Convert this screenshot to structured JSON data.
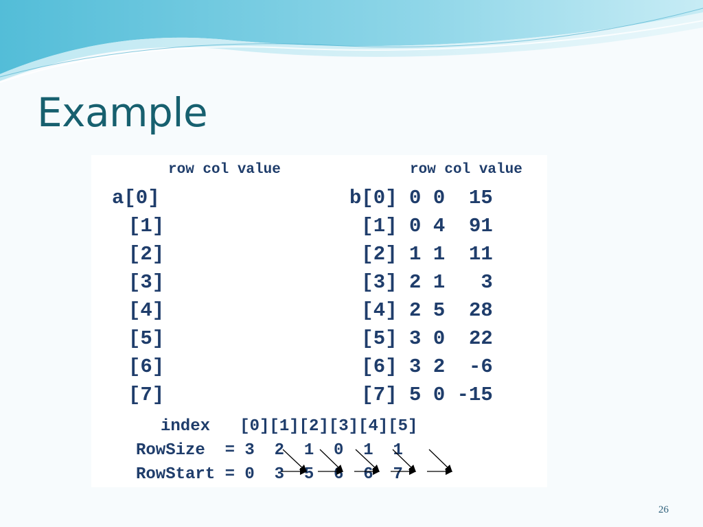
{
  "slide": {
    "title": "Example",
    "page_number": "26"
  },
  "figure": {
    "header_a": "row col value",
    "header_b": "row col value",
    "array_a": {
      "name": "a",
      "rows": [
        "a[0]",
        "[1]",
        "[2]",
        "[3]",
        "[4]",
        "[5]",
        "[6]",
        "[7]"
      ]
    },
    "array_b": {
      "rows": [
        "b[0] 0 0  15",
        " [1] 0 4  91",
        " [2] 1 1  11",
        " [3] 2 1   3",
        " [4] 2 5  28",
        " [5] 3 0  22",
        " [6] 3 2  -6",
        " [7] 5 0 -15"
      ]
    },
    "index_row": "index   [0][1][2][3][4][5]",
    "rowsize_row": "RowSize  = 3  2  1  0  1  1",
    "rowstart_row": "RowStart = 0  3  5  6  6  7"
  },
  "colors": {
    "title": "#17606f",
    "figure_text": "#1f3d6b",
    "wave_dark": "#5fc3dc",
    "wave_light": "#c9ecf4"
  }
}
